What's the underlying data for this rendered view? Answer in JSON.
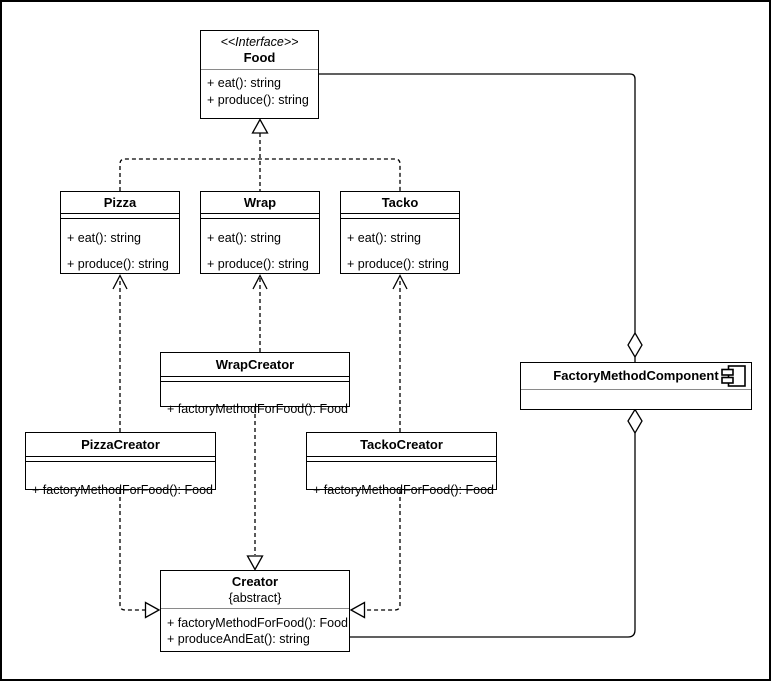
{
  "diagram": {
    "kind": "uml-class-diagram",
    "colors": {
      "stroke": "#000000",
      "fill": "#ffffff",
      "divider": "#8a8a8a"
    },
    "classes": {
      "food": {
        "stereotype": "<<Interface>>",
        "name": "Food",
        "methods": [
          "+ eat(): string",
          "+ produce(): string"
        ]
      },
      "pizza": {
        "name": "Pizza",
        "methods": [
          "+ eat(): string",
          "+ produce(): string"
        ]
      },
      "wrap": {
        "name": "Wrap",
        "methods": [
          "+ eat(): string",
          "+ produce(): string"
        ]
      },
      "tacko": {
        "name": "Tacko",
        "methods": [
          "+ eat(): string",
          "+ produce(): string"
        ]
      },
      "wrap_creator": {
        "name": "WrapCreator",
        "methods": [
          "+ factoryMethodForFood(): Food"
        ]
      },
      "pizza_creator": {
        "name": "PizzaCreator",
        "methods": [
          "+ factoryMethodForFood(): Food"
        ]
      },
      "tacko_creator": {
        "name": "TackoCreator",
        "methods": [
          "+ factoryMethodForFood(): Food"
        ]
      },
      "creator": {
        "name": "Creator",
        "modifier": "{abstract}",
        "methods": [
          "+ factoryMethodForFood(): Food",
          "+ produceAndEat(): string"
        ]
      },
      "component": {
        "name": "FactoryMethodComponent"
      }
    },
    "relationships": [
      {
        "from": "Pizza",
        "to": "Food",
        "type": "realization-dashed-hollow-triangle"
      },
      {
        "from": "Wrap",
        "to": "Food",
        "type": "realization-dashed-hollow-triangle"
      },
      {
        "from": "Tacko",
        "to": "Food",
        "type": "realization-dashed-hollow-triangle"
      },
      {
        "from": "PizzaCreator",
        "to": "Pizza",
        "type": "dependency-dashed-open-arrow"
      },
      {
        "from": "WrapCreator",
        "to": "Wrap",
        "type": "dependency-dashed-open-arrow"
      },
      {
        "from": "TackoCreator",
        "to": "Tacko",
        "type": "dependency-dashed-open-arrow"
      },
      {
        "from": "PizzaCreator",
        "to": "Creator",
        "type": "generalization-dashed-hollow-triangle"
      },
      {
        "from": "WrapCreator",
        "to": "Creator",
        "type": "generalization-dashed-hollow-triangle"
      },
      {
        "from": "TackoCreator",
        "to": "Creator",
        "type": "generalization-dashed-hollow-triangle"
      },
      {
        "from": "FactoryMethodComponent",
        "to": "Food",
        "type": "aggregation-hollow-diamond"
      },
      {
        "from": "FactoryMethodComponent",
        "to": "Creator",
        "type": "aggregation-hollow-diamond"
      }
    ]
  }
}
